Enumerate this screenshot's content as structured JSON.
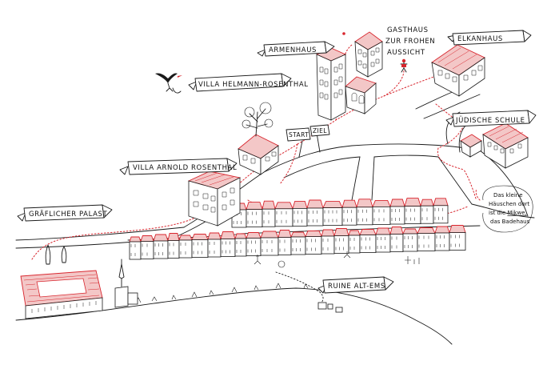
{
  "labels": {
    "gasthaus_line1": "GASTHAUS",
    "gasthaus_line2": "ZUR FROHEN",
    "gasthaus_line3": "AUSSICHT",
    "armenhaus": "ARMENHAUS",
    "elkanhaus": "ELKANHAUS",
    "villa_helmann": "VILLA HELMANN-ROSENTHAL",
    "juedische_schule": "JÜDISCHE SCHULE",
    "start": "START",
    "ziel": "ZIEL",
    "villa_arnold": "VILLA ARNOLD ROSENTHAL",
    "graeflicher_palast": "GRÄFLICHER PALAST",
    "ruine": "RUINE ALT-EMS"
  },
  "note": {
    "line1": "Das kleine",
    "line2": "Häuschen dort",
    "line3_pre": "ist die",
    "line3_em": "Mikwe,",
    "line4": "das Badehaus"
  },
  "colors": {
    "route": "#d8262e",
    "roof_fill": "#f3c7c7",
    "ink": "#1a1a1a",
    "paper": "#ffffff"
  },
  "icons": {
    "bird": "stork-icon",
    "person": "walking-person-icon",
    "tree": "tree-icon",
    "signpost": "signpost-icon"
  }
}
